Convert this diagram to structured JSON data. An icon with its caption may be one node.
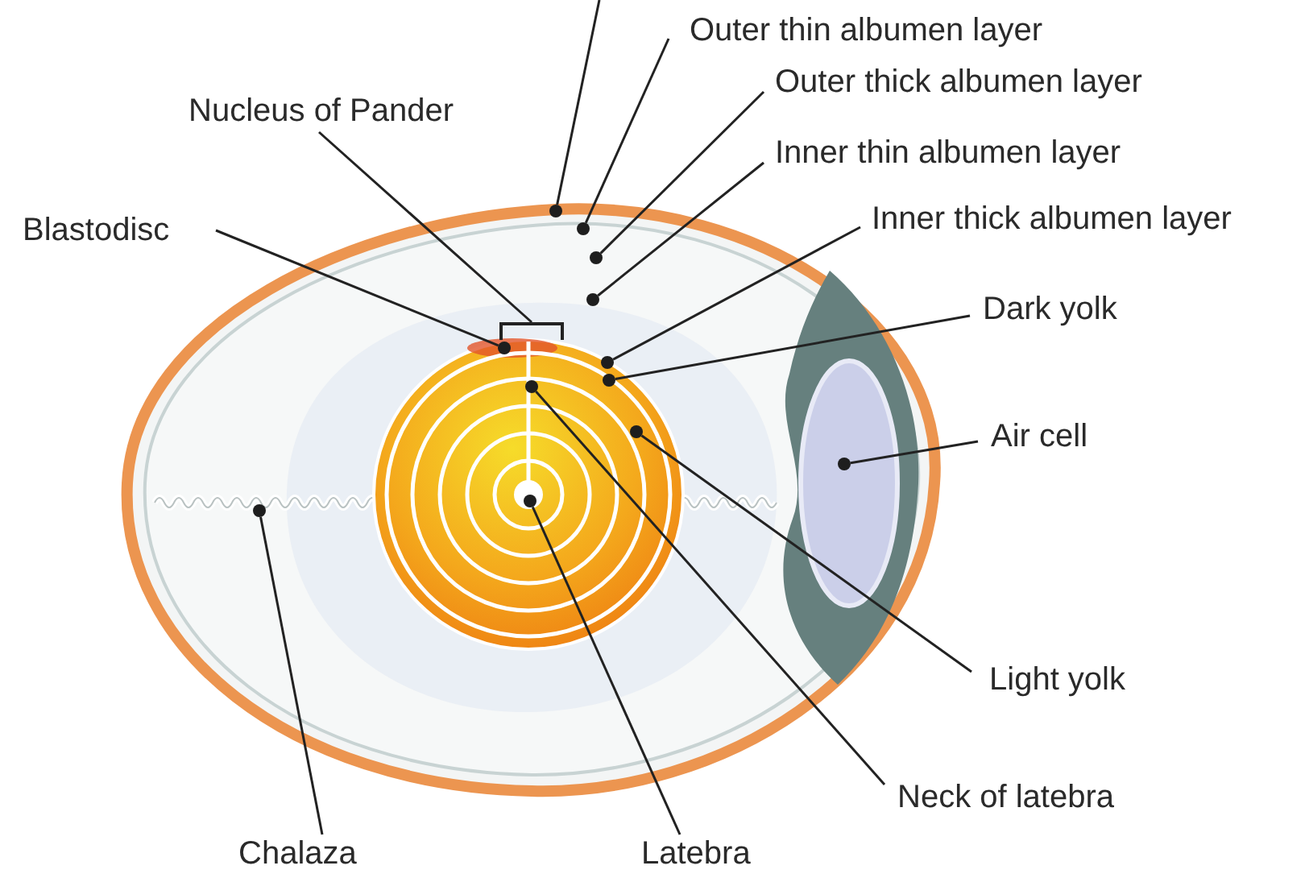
{
  "diagram": {
    "nodes": [
      {
        "text": [
          "Outer thin albumen layer"
        ]
      },
      {
        "text": [
          "Outer thick albumen layer"
        ]
      },
      {
        "text": [
          "Nucleus of Pander"
        ]
      },
      {
        "text": [
          "Inner thin albumen layer"
        ]
      },
      {
        "text": [
          "Blastodisc"
        ]
      },
      {
        "text": [
          "Inner thick albumen layer"
        ]
      },
      {
        "text": [
          "Dark yolk"
        ]
      },
      {
        "text": [
          "Air cell"
        ]
      },
      {
        "text": [
          "Light yolk"
        ]
      },
      {
        "text": [
          "Neck of latebra"
        ]
      },
      {
        "text": [
          "Chalaza"
        ]
      },
      {
        "text": [
          "Latebra"
        ]
      },
      {
        "text": [],
        "shape": "circle"
      },
      {
        "text": [],
        "shape": "circle"
      },
      {
        "text": [],
        "shape": "circle"
      },
      {
        "text": [],
        "shape": "bracket"
      },
      {
        "text": [],
        "shape": "circle"
      },
      {
        "text": [],
        "shape": "circle"
      },
      {
        "text": [],
        "shape": "circle"
      },
      {
        "text": [],
        "shape": "circle"
      },
      {
        "text": [],
        "shape": "circle"
      },
      {
        "text": [],
        "shape": "circle"
      },
      {
        "text": [],
        "shape": "circle"
      },
      {
        "text": [],
        "shape": "circle"
      },
      {
        "text": [],
        "shape": "circle"
      }
    ],
    "edges": [
      {
        "from": null,
        "to": 12,
        "arrow": "none"
      },
      {
        "from": 0,
        "to": 13,
        "arrow": "none"
      },
      {
        "from": 1,
        "to": 14,
        "arrow": "none"
      },
      {
        "from": 2,
        "to": 15,
        "arrow": "none"
      },
      {
        "from": 3,
        "to": 16,
        "arrow": "none"
      },
      {
        "from": 4,
        "to": 17,
        "arrow": "none"
      },
      {
        "from": 5,
        "to": 18,
        "arrow": "none"
      },
      {
        "from": 6,
        "to": 19,
        "arrow": "none"
      },
      {
        "from": 7,
        "to": 20,
        "arrow": "none"
      },
      {
        "from": 8,
        "to": 21,
        "arrow": "none"
      },
      {
        "from": 9,
        "to": 22,
        "arrow": "none"
      },
      {
        "from": 10,
        "to": 23,
        "arrow": "none"
      },
      {
        "from": 11,
        "to": 24,
        "arrow": "none"
      }
    ]
  }
}
